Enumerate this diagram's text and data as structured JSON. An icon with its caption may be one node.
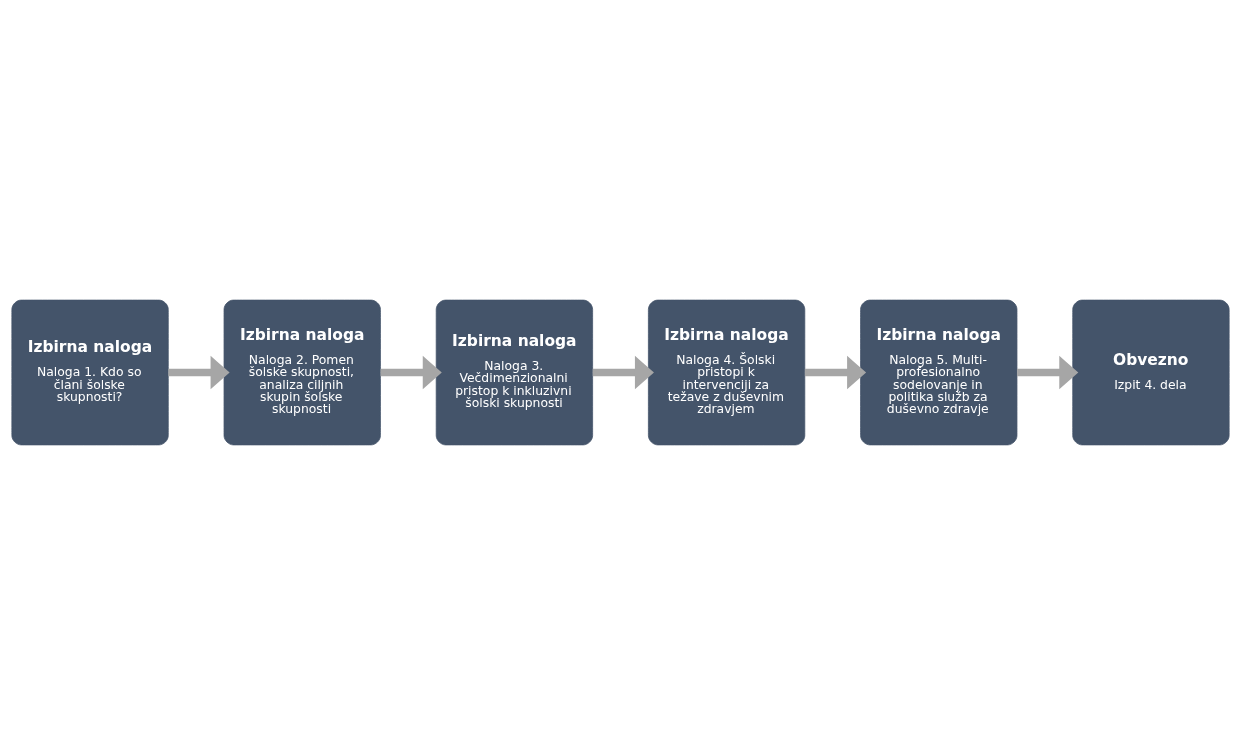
{
  "diagram": {
    "nodes": [
      {
        "text": [
          "Izbirna naloga",
          "Naloga 1. Kdo so člani šolske skupnosti?"
        ]
      },
      {
        "text": [
          "Izbirna naloga",
          "Naloga 2. Pomen šolske skupnosti, analiza ciljnih skupin šolske skupnosti"
        ]
      },
      {
        "text": [
          "Izbirna naloga",
          "Naloga 3. Večdimenzionalni pristop k inkluzivni šolski skupnosti"
        ]
      },
      {
        "text": [
          "Izbirna naloga",
          "Naloga 4. Šolski pristopi k intervenciji za težave z duševnim zdravjem"
        ]
      },
      {
        "text": [
          "Izbirna naloga",
          "Naloga 5. Multi-profesionalno sodelovanje in politika služb za duševno zdravje"
        ]
      },
      {
        "text": [
          "Obvezno",
          "Izpit 4. dela"
        ]
      }
    ],
    "edges": [
      {
        "from": 0,
        "to": 1,
        "arrow": "to"
      },
      {
        "from": 1,
        "to": 2,
        "arrow": "to"
      },
      {
        "from": 2,
        "to": 3,
        "arrow": "to"
      },
      {
        "from": 3,
        "to": 4,
        "arrow": "to"
      },
      {
        "from": 4,
        "to": 5,
        "arrow": "to"
      }
    ]
  }
}
